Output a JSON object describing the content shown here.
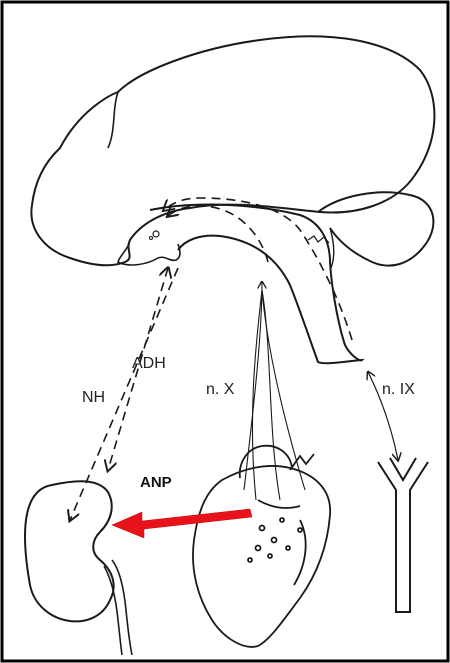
{
  "labels": {
    "nh": "NH",
    "adh": "ADH",
    "anp": "ANP",
    "nx": "n. X",
    "nix": "n. IX"
  },
  "colors": {
    "line": "#1a1a1a",
    "anp_arrow": "#e8121b",
    "frame": "#000000"
  }
}
